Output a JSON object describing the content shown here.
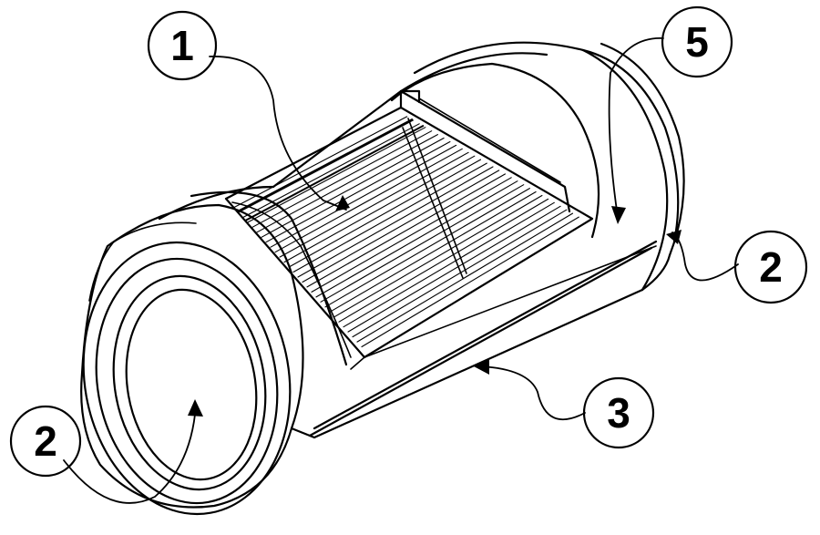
{
  "figure": {
    "callouts": [
      {
        "id": "callout-1",
        "label": "1"
      },
      {
        "id": "callout-5",
        "label": "5"
      },
      {
        "id": "callout-2-right",
        "label": "2"
      },
      {
        "id": "callout-3",
        "label": "3"
      },
      {
        "id": "callout-2-left",
        "label": "2"
      }
    ]
  }
}
